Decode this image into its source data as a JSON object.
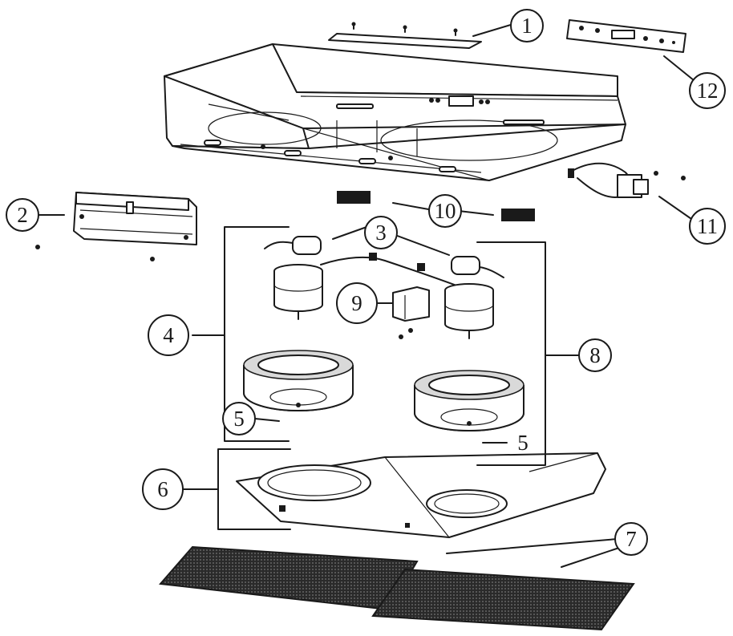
{
  "diagram": {
    "callouts": [
      {
        "id": "c1",
        "label": "1"
      },
      {
        "id": "c2",
        "label": "2"
      },
      {
        "id": "c3",
        "label": "3"
      },
      {
        "id": "c4",
        "label": "4"
      },
      {
        "id": "c5a",
        "label": "5"
      },
      {
        "id": "c5b",
        "label": "5"
      },
      {
        "id": "c6",
        "label": "6"
      },
      {
        "id": "c7",
        "label": "7"
      },
      {
        "id": "c8",
        "label": "8"
      },
      {
        "id": "c9",
        "label": "9"
      },
      {
        "id": "c10",
        "label": "10"
      },
      {
        "id": "c11",
        "label": "11"
      },
      {
        "id": "c12",
        "label": "12"
      }
    ]
  }
}
